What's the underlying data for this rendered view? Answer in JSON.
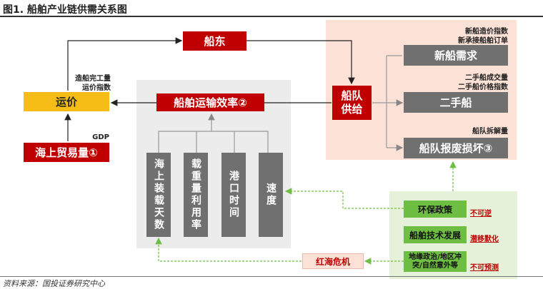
{
  "title": "图1. 船舶产业链供需关系图",
  "source": "资料来源：国投证券研究中心",
  "nodes": {
    "shipowner": "船东",
    "freight": "运价",
    "sea_trade": "海上贸易量①",
    "efficiency": "船舶运输效率②",
    "fleet_supply": "船队\n供给",
    "newbuild_demand": "新船需求",
    "second_hand": "二手船",
    "scrap": "船队报废损坏③",
    "env_policy": "环保政策",
    "ship_tech": "船舶技术发展",
    "geo": "地缘政治/地区冲突/自然意外等",
    "red_sea": "红海危机",
    "factors": [
      "海上装载天数",
      "载重量利用率",
      "港口时间",
      "速度"
    ]
  },
  "notes": {
    "freight": [
      "造船完工量",
      "运价指数"
    ],
    "gdp": "GDP",
    "newbuild": [
      "新船造价指数",
      "新承接船舶订单"
    ],
    "second_hand": [
      "二手船成交量",
      "二手船价格指数"
    ],
    "scrap": "船队拆解量"
  },
  "tags": {
    "env": "不可逆",
    "tech": "潜移默化",
    "geo": "不可预测"
  },
  "colors": {
    "red": "#c00000",
    "gold": "#f5bd16",
    "gray": "#707070",
    "green": "#6fbe44"
  }
}
